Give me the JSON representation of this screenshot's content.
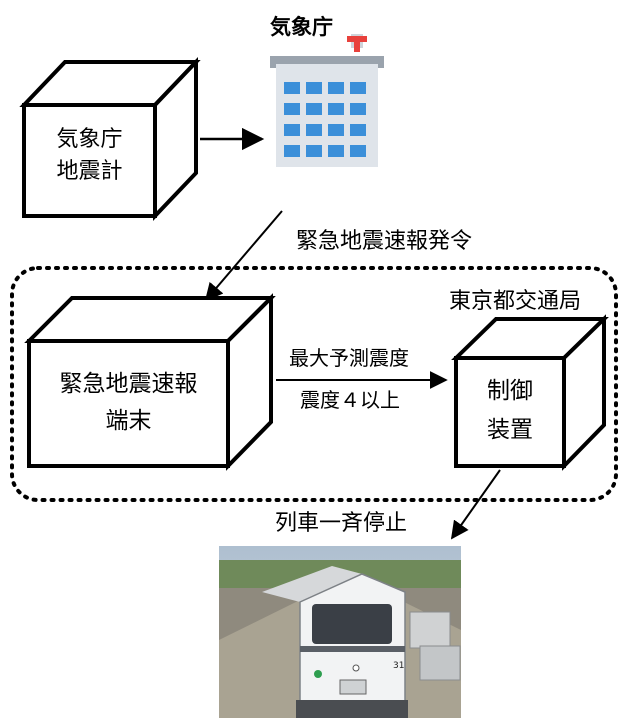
{
  "jma": {
    "title": "気象庁",
    "box_line1": "気象庁",
    "box_line2": "地震計",
    "icon": "office-building-icon"
  },
  "flow": {
    "issue_label": "緊急地震速報発令",
    "condition_line1": "最大予測震度",
    "condition_line2": "震度４以上",
    "stop_label": "列車一斉停止"
  },
  "terminal": {
    "line1": "緊急地震速報",
    "line2": "端末"
  },
  "bureau": {
    "title": "東京都交通局",
    "box_line1": "制御",
    "box_line2": "装置"
  },
  "train": {
    "icon": "train-photo",
    "car_number": "31"
  },
  "colors": {
    "building_wall": "#dfe4ea",
    "building_roof": "#9aa3ad",
    "window_blue": "#3b8fd9",
    "beacon_red": "#e8413c",
    "train_body": "#f2f3f4",
    "train_stripe": "#5a5f66"
  }
}
